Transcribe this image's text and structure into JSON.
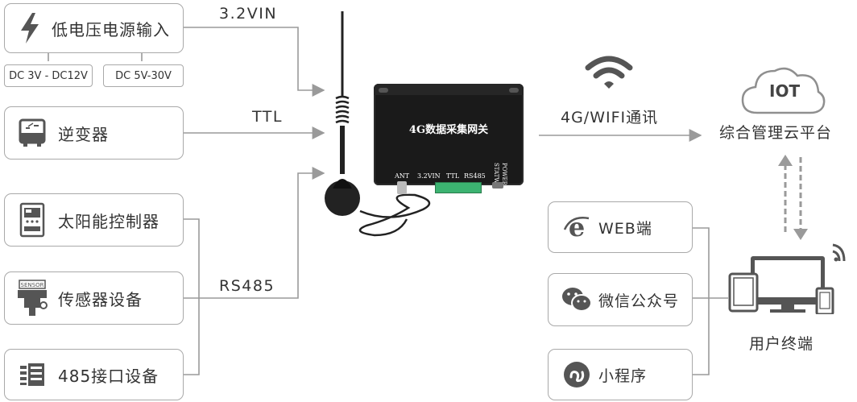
{
  "input_power": {
    "label": "低电压电源输入",
    "icon": "lightning-icon",
    "ranges": [
      "DC 3V - DC12V",
      "DC 5V-30V"
    ]
  },
  "sources": [
    {
      "label": "逆变器",
      "icon": "inverter-icon"
    },
    {
      "label": "太阳能控制器",
      "icon": "solar-controller-icon"
    },
    {
      "label": "传感器设备",
      "icon": "sensor-icon"
    },
    {
      "label": "485接口设备",
      "icon": "rs485-device-icon"
    }
  ],
  "protocols": {
    "power": "3.2VIN",
    "ttl": "TTL",
    "rs485": "RS485"
  },
  "gateway": {
    "title": "4G数据采集网关",
    "ports": [
      "ANT",
      "3.2VIN",
      "TTL",
      "RS485"
    ],
    "leds": [
      "STATWS",
      "POWER"
    ]
  },
  "link": {
    "label": "4G/WIFI通讯",
    "icon": "wifi-icon"
  },
  "cloud": {
    "badge": "IOT",
    "label": "综合管理云平台",
    "icon": "cloud-icon"
  },
  "clients": [
    {
      "label": "WEB端",
      "icon": "ie-browser-icon"
    },
    {
      "label": "微信公众号",
      "icon": "wechat-icon"
    },
    {
      "label": "小程序",
      "icon": "mini-program-icon"
    }
  ],
  "terminal": {
    "label": "用户终端",
    "icon": "user-terminal-icon"
  },
  "colors": {
    "line": "#9a9a9a",
    "icon": "#555555",
    "device_body": "#1a1a1a",
    "terminal_block": "#3cb371"
  }
}
